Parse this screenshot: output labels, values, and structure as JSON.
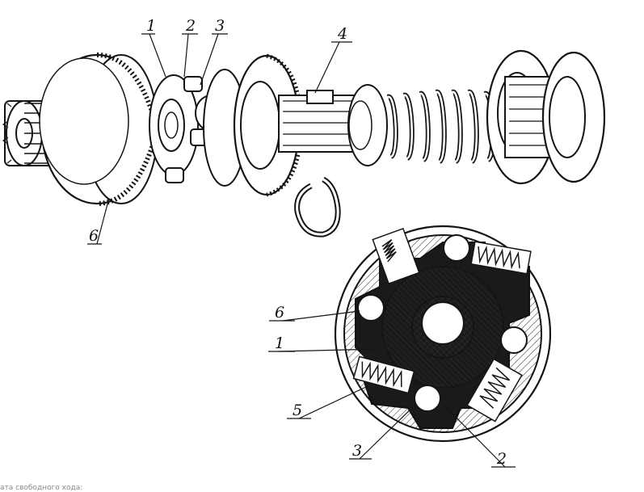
{
  "upper_labels": {
    "l1": "1",
    "l2": "2",
    "l3": "3",
    "l4": "4",
    "l6": "6"
  },
  "lower_labels": {
    "l6": "6",
    "l1": "1",
    "l5": "5",
    "l3": "3",
    "l2": "2"
  },
  "caption": "ата свободного хода:"
}
